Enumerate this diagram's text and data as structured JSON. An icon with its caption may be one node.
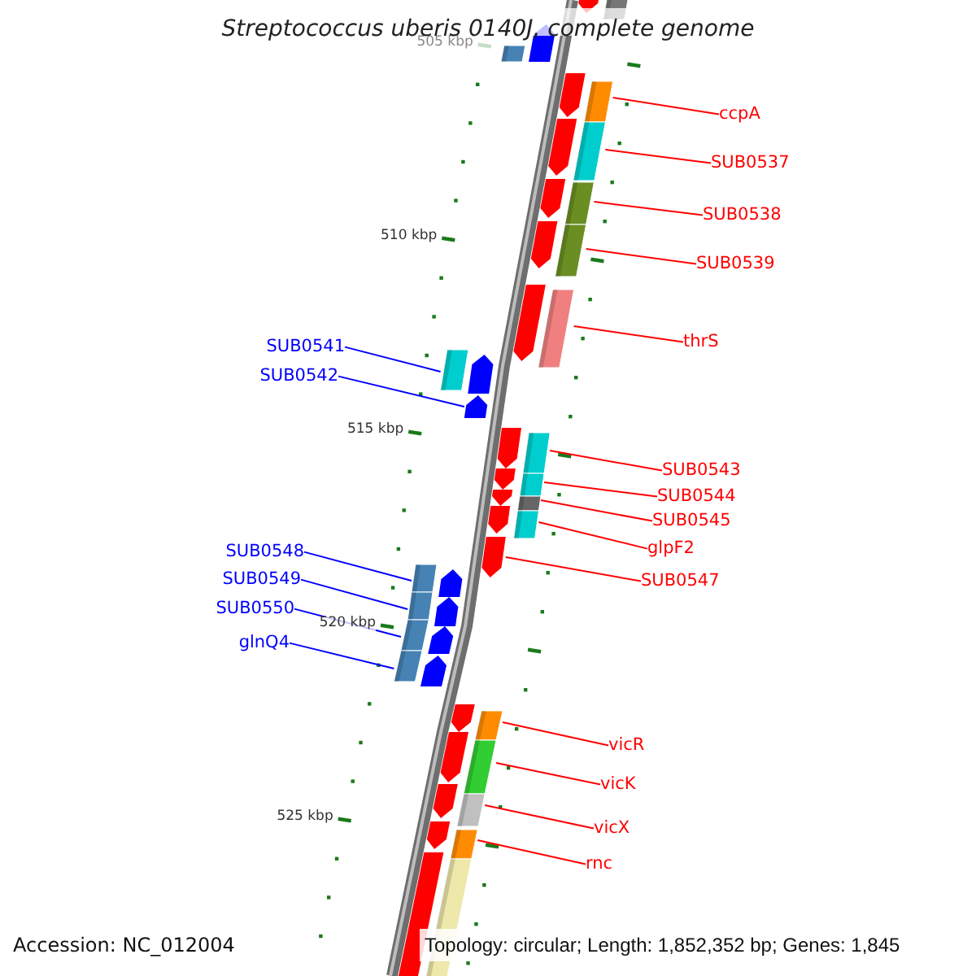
{
  "diagram": {
    "title": "Streptococcus uberis 0140J, complete genome",
    "nodes": [
      {
        "text": [
          "ccpA"
        ]
      },
      {
        "text": [
          "SUB0537"
        ]
      },
      {
        "text": [
          "SUB0538"
        ]
      },
      {
        "text": [
          "SUB0539"
        ]
      },
      {
        "text": [
          "thrS"
        ]
      },
      {
        "text": [
          "SUB0541"
        ]
      },
      {
        "text": [
          "SUB0542"
        ]
      },
      {
        "text": [
          "SUB0543"
        ]
      },
      {
        "text": [
          "SUB0544"
        ]
      },
      {
        "text": [
          "SUB0545"
        ]
      },
      {
        "text": [
          "glpF2"
        ]
      },
      {
        "text": [
          "SUB0548"
        ]
      },
      {
        "text": [
          "SUB0549"
        ]
      },
      {
        "text": [
          "SUB0547"
        ]
      },
      {
        "text": [
          "SUB0550"
        ]
      },
      {
        "text": [
          "glnQ4"
        ]
      },
      {
        "text": [
          "vicR"
        ]
      },
      {
        "text": [
          "vicK"
        ]
      },
      {
        "text": [
          "vicX"
        ]
      },
      {
        "text": [
          "rnc"
        ]
      },
      {
        "text": [],
        "shape": "arrow"
      },
      {
        "text": [],
        "shape": "arrow"
      },
      {
        "text": [],
        "shape": "arrow"
      },
      {
        "text": [],
        "shape": "arrow"
      },
      {
        "text": [],
        "shape": "arrow"
      },
      {
        "text": [],
        "shape": "arrow"
      },
      {
        "text": [],
        "shape": "arrow"
      },
      {
        "text": [],
        "shape": "arrow"
      },
      {
        "text": [],
        "shape": "arrow"
      },
      {
        "text": [],
        "shape": "arrow"
      },
      {
        "text": [],
        "shape": "arrow"
      },
      {
        "text": [],
        "shape": "arrow"
      },
      {
        "text": [],
        "shape": "arrow"
      },
      {
        "text": [],
        "shape": "arrow"
      },
      {
        "text": [],
        "shape": "arrow"
      },
      {
        "text": [],
        "shape": "arrow"
      },
      {
        "text": [],
        "shape": "arrow"
      },
      {
        "text": [],
        "shape": "arrow"
      },
      {
        "text": [],
        "shape": "arrow"
      },
      {
        "text": [],
        "shape": "arrow"
      }
    ],
    "edges": [
      {
        "from": 0,
        "to": 20,
        "arrow": "none"
      },
      {
        "from": 1,
        "to": 21,
        "arrow": "none"
      },
      {
        "from": 2,
        "to": 22,
        "arrow": "none"
      },
      {
        "from": 3,
        "to": 23,
        "arrow": "none"
      },
      {
        "from": 4,
        "to": 24,
        "arrow": "none"
      },
      {
        "from": 5,
        "to": 25,
        "arrow": "none",
        "color": "#0000ff"
      },
      {
        "from": 6,
        "to": 26,
        "arrow": "none",
        "color": "#0000ff"
      },
      {
        "from": 7,
        "to": 27,
        "arrow": "none"
      },
      {
        "from": 8,
        "to": 28,
        "arrow": "none"
      },
      {
        "from": 9,
        "to": 29,
        "arrow": "none"
      },
      {
        "from": 10,
        "to": 30,
        "arrow": "none"
      },
      {
        "from": 11,
        "to": 31,
        "arrow": "none",
        "color": "#0000ff"
      },
      {
        "from": 12,
        "to": 32,
        "arrow": "none",
        "color": "#0000ff"
      },
      {
        "from": 13,
        "to": 33,
        "arrow": "none"
      },
      {
        "from": 14,
        "to": 34,
        "arrow": "none",
        "color": "#0000ff"
      },
      {
        "from": 15,
        "to": 35,
        "arrow": "none",
        "color": "#0000ff"
      },
      {
        "from": 16,
        "to": 36,
        "arrow": "none"
      },
      {
        "from": 17,
        "to": 37,
        "arrow": "none"
      },
      {
        "from": 18,
        "to": 38,
        "arrow": "none"
      },
      {
        "from": 19,
        "to": 39,
        "arrow": "none"
      }
    ],
    "labels": [
      "505 kbp",
      "510 kbp",
      "515 kbp",
      "520 kbp",
      "525 kbp",
      "Accession: NC_012004",
      "Topology: circular; Length: 1,852,352 bp; Genes: 1,845"
    ]
  }
}
